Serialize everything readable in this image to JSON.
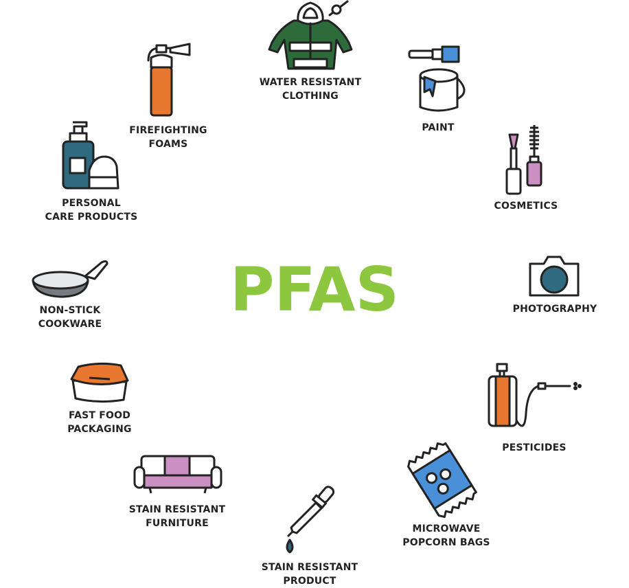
{
  "title": "PFAS",
  "colors": {
    "title": "#8dc63f",
    "outline": "#222222",
    "orange": "#e87830",
    "teal": "#2f6b80",
    "green": "#2e6b3a",
    "blue": "#4a90d9",
    "pink": "#cc8fc1"
  },
  "items": [
    {
      "id": "water-resistant-clothing",
      "icon": "jacket-icon",
      "lines": [
        "WATER RESISTANT",
        "CLOTHING"
      ]
    },
    {
      "id": "paint",
      "icon": "paint-bucket-icon",
      "lines": [
        "PAINT"
      ]
    },
    {
      "id": "cosmetics",
      "icon": "cosmetics-icon",
      "lines": [
        "COSMETICS"
      ]
    },
    {
      "id": "photography",
      "icon": "camera-icon",
      "lines": [
        "PHOTOGRAPHY"
      ]
    },
    {
      "id": "pesticides",
      "icon": "sprayer-icon",
      "lines": [
        "PESTICIDES"
      ]
    },
    {
      "id": "microwave-popcorn-bags",
      "icon": "popcorn-bag-icon",
      "lines": [
        "MICROWAVE",
        "POPCORN BAGS"
      ]
    },
    {
      "id": "stain-resistant-product",
      "icon": "dropper-icon",
      "lines": [
        "STAIN RESISTANT",
        "PRODUCT"
      ]
    },
    {
      "id": "stain-resistant-furniture",
      "icon": "sofa-icon",
      "lines": [
        "STAIN RESISTANT",
        "FURNITURE"
      ]
    },
    {
      "id": "fast-food-packaging",
      "icon": "food-container-icon",
      "lines": [
        "FAST FOOD",
        "PACKAGING"
      ]
    },
    {
      "id": "non-stick-cookware",
      "icon": "frying-pan-icon",
      "lines": [
        "NON-STICK",
        "COOKWARE"
      ]
    },
    {
      "id": "personal-care-products",
      "icon": "lotion-bottle-icon",
      "lines": [
        "PERSONAL",
        "CARE PRODUCTS"
      ]
    },
    {
      "id": "firefighting-foams",
      "icon": "fire-extinguisher-icon",
      "lines": [
        "FIREFIGHTING",
        "FOAMS"
      ]
    }
  ]
}
